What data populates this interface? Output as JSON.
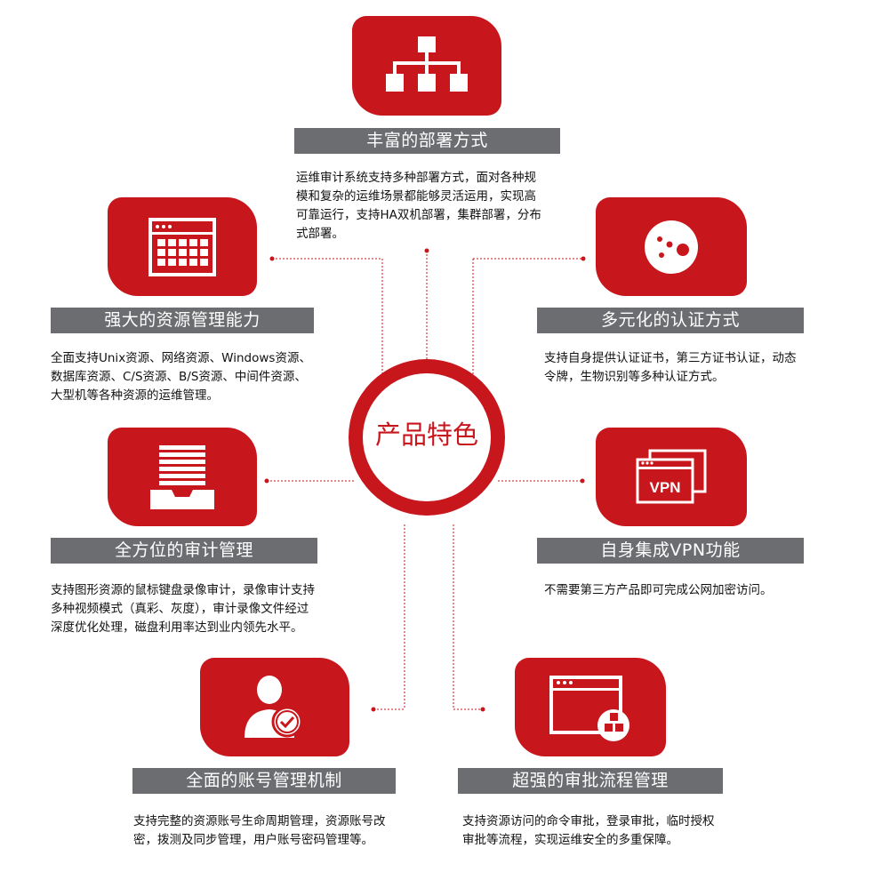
{
  "center": {
    "label": "产品特色"
  },
  "colors": {
    "brand_red": "#c8161d",
    "bar_gray": "#6b6d70"
  },
  "features": [
    {
      "id": "deploy",
      "icon": "org-chart-icon",
      "title": "丰富的部署方式",
      "desc": "运维审计系统支持多种部署方式，面对各种规\n模和复杂的运维场景都能够灵活运用，实现高\n可靠运行，支持HA双机部署，集群部署，分布\n式部署。"
    },
    {
      "id": "resource",
      "icon": "grid-window-icon",
      "title": "强大的资源管理能力",
      "desc": "全面支持Unix资源、网络资源、Windows资源、\n数据库资源、C/S资源、B/S资源、中间件资源、\n大型机等各种资源的运维管理。"
    },
    {
      "id": "auth",
      "icon": "bubble-circle-icon",
      "title": "多元化的认证方式",
      "desc": "支持自身提供认证证书，第三方证书认证，动态\n令牌，生物识别等多种认证方式。"
    },
    {
      "id": "audit",
      "icon": "document-tray-icon",
      "title": "全方位的审计管理",
      "desc": "支持图形资源的鼠标键盘录像审计，录像审计支持\n多种视频模式（真彩、灰度），审计录像文件经过\n深度优化处理，磁盘利用率达到业内领先水平。"
    },
    {
      "id": "vpn",
      "icon": "vpn-window-icon",
      "icon_text": "VPN",
      "title": "自身集成VPN功能",
      "desc": "不需要第三方产品即可完成公网加密访问。"
    },
    {
      "id": "account",
      "icon": "user-check-icon",
      "title": "全面的账号管理机制",
      "desc": "支持完整的资源账号生命周期管理，资源账号改\n密，拨测及同步管理，用户账号密码管理等。"
    },
    {
      "id": "approval",
      "icon": "window-boxes-icon",
      "title": "超强的审批流程管理",
      "desc": "支持资源访问的命令审批，登录审批，临时授权\n审批等流程，实现运维安全的多重保障。"
    }
  ]
}
